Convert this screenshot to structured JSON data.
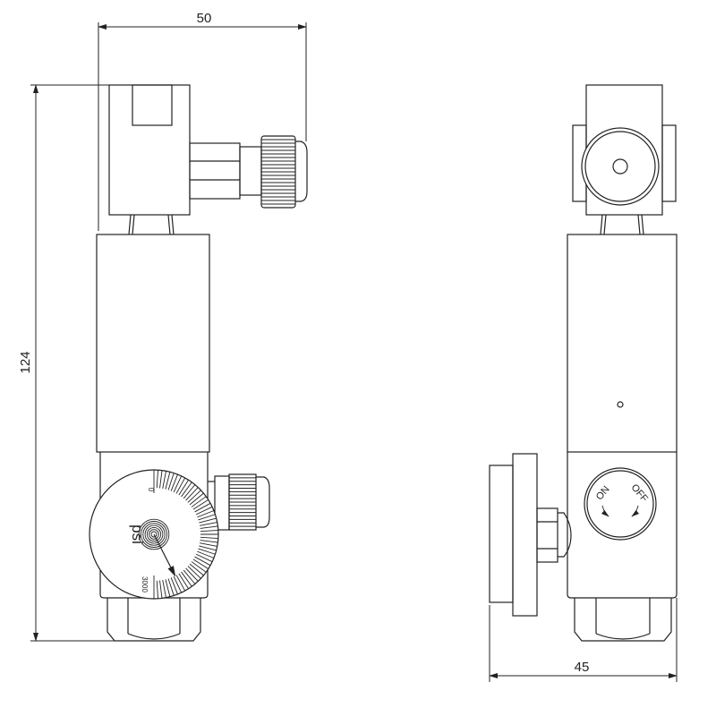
{
  "dimensions": {
    "width_left_view": "50",
    "height_left_view": "124",
    "width_right_view": "45"
  },
  "gauge": {
    "unit": "psi",
    "scale_min": "0",
    "scale_max": "3000",
    "pointer_fraction": 0.85
  },
  "valve_knob": {
    "on_label": "ON",
    "off_label": "OFF"
  }
}
